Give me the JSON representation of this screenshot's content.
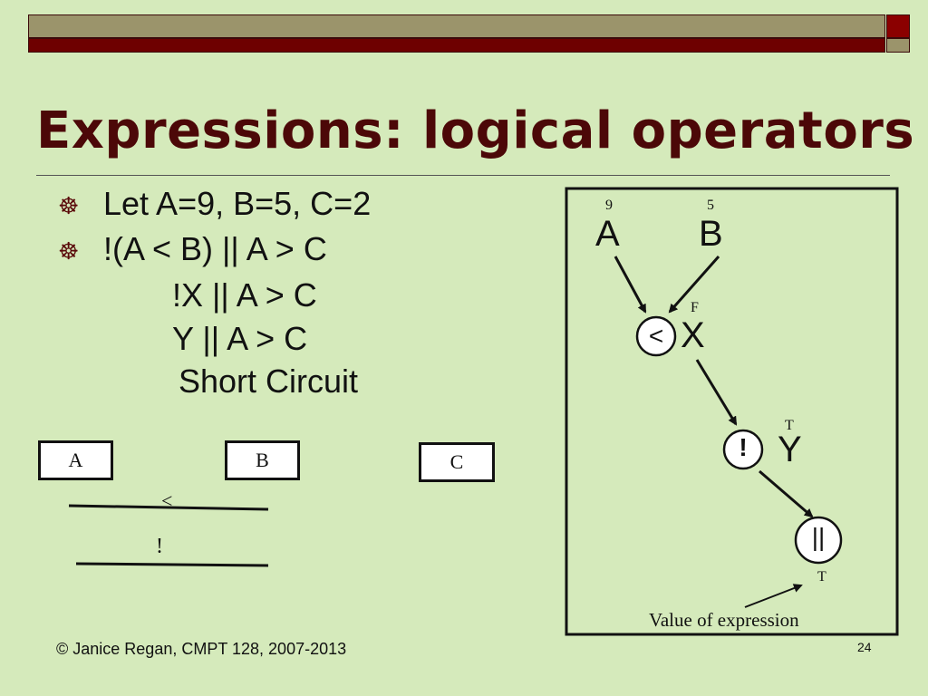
{
  "slide": {
    "title": "Expressions: logical operators",
    "bullets": [
      "Let A=9, B=5, C=2",
      "!(A < B)  || A > C"
    ],
    "continuation_lines": [
      "!X      ||  A > C",
      "Y     ||  A  > C",
      "Short Circuit"
    ],
    "bullet_icon": "ship-wheel-icon",
    "footer_left": "© Janice Regan, CMPT 128, 2007-2013",
    "page_number": "24"
  },
  "boxes": {
    "a": "A",
    "b": "B",
    "c": "C",
    "less_than_label": "<",
    "not_label": "!"
  },
  "tree": {
    "var_a": "A",
    "var_b": "B",
    "val_a": "9",
    "val_b": "5",
    "node_lt": "<",
    "var_x": "X",
    "val_x": "F",
    "node_not": "!",
    "var_y": "Y",
    "val_y": "T",
    "node_or": "||",
    "val_or": "T",
    "caption": "Value of expression"
  },
  "colors": {
    "background": "#d5eabb",
    "title": "#4c0808",
    "bar_tan": "#9b946b",
    "bar_red": "#6e0000"
  }
}
